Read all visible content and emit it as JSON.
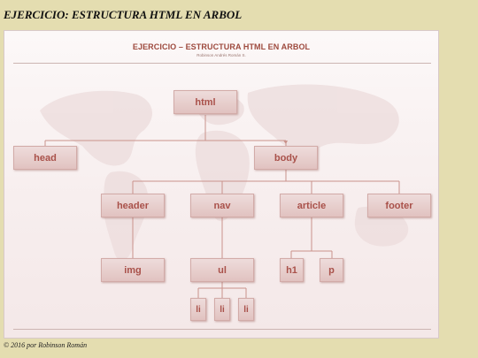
{
  "page": {
    "heading": "EJERCICIO: ESTRUCTURA HTML EN ARBOL",
    "copyright": "© 2016 por Robinson Román"
  },
  "slide": {
    "title": "EJERCICIO – ESTRUCTURA HTML EN ARBOL",
    "author": "Robinson Andrés Román S."
  },
  "tree": {
    "html": "html",
    "head": "head",
    "body": "body",
    "header": "header",
    "nav": "nav",
    "article": "article",
    "footer": "footer",
    "img": "img",
    "ul": "ul",
    "h1": "h1",
    "p": "p",
    "li": [
      "li",
      "li",
      "li"
    ]
  },
  "colors": {
    "background": "#e4ddb0",
    "node_fill": "#e8d0ce",
    "node_text": "#a9514a",
    "title_text": "#9e4a3e",
    "connector": "#c9928b"
  }
}
